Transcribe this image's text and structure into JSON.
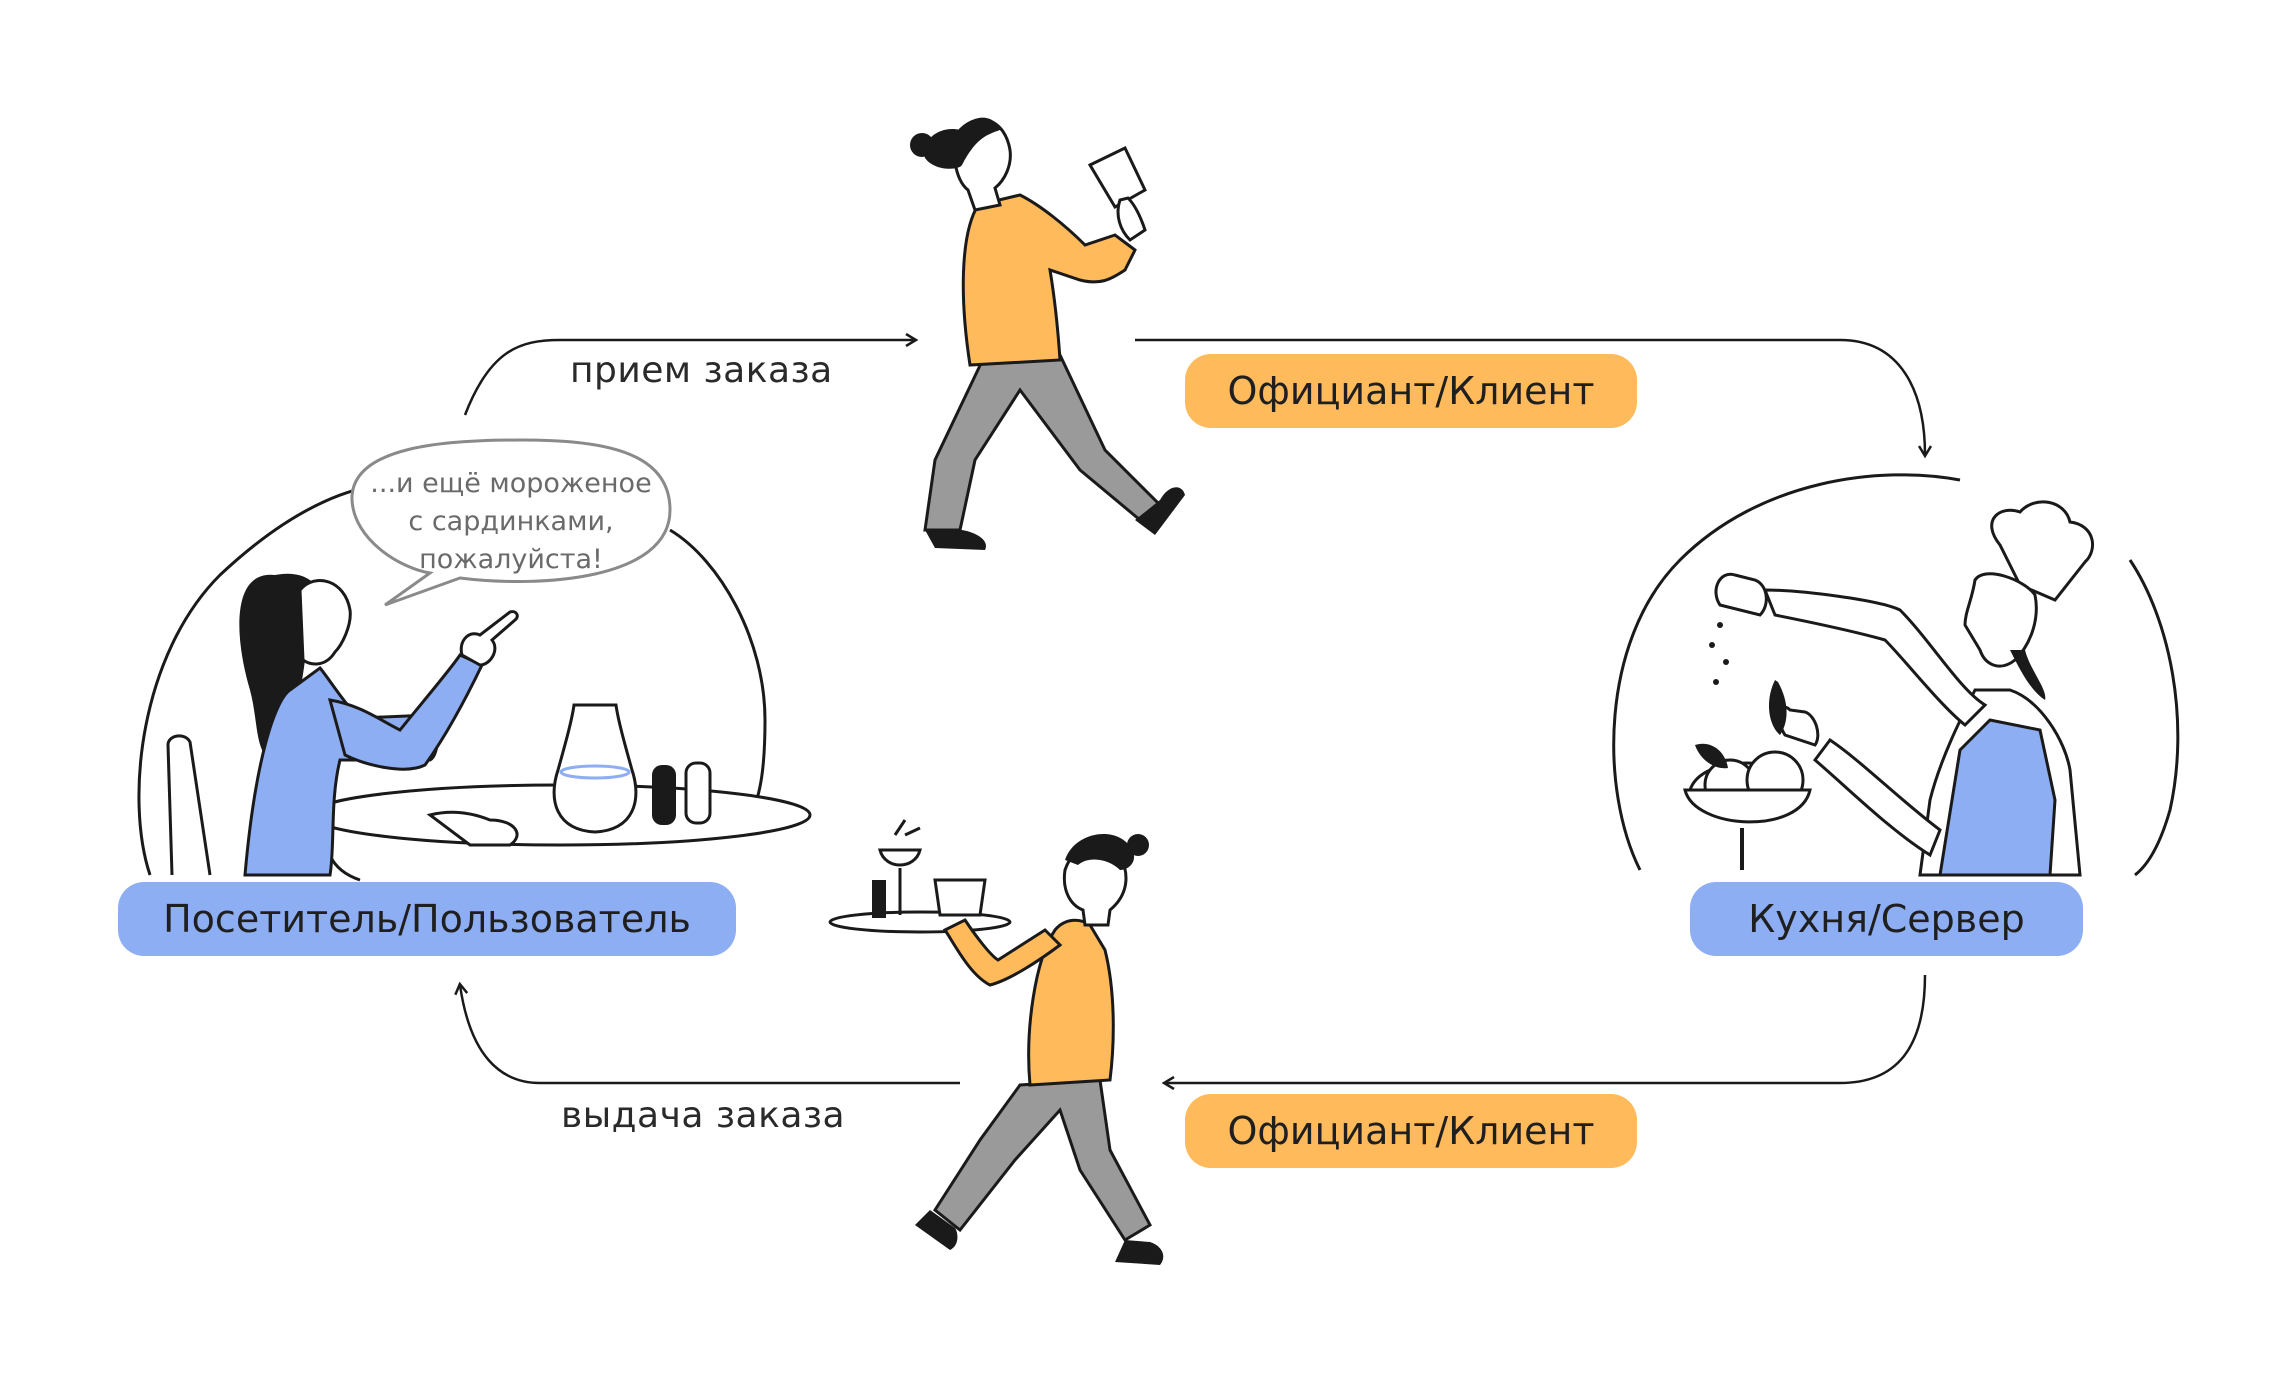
{
  "nodes": {
    "client": {
      "label": "Посетитель/Пользователь",
      "color": "#8EAEF3"
    },
    "server": {
      "label": "Кухня/Сервер",
      "color": "#8EAEF3"
    },
    "waiter_top": {
      "label": "Официант/Клиент",
      "color": "#FFBA5C"
    },
    "waiter_bottom": {
      "label": "Официант/Клиент",
      "color": "#FFBA5C"
    }
  },
  "edges": {
    "take_order": {
      "label": "прием заказа"
    },
    "deliver_order": {
      "label": "выдача заказа"
    }
  },
  "speech_bubble": {
    "line1": "...и ещё мороженое",
    "line2": "с сардинками,",
    "line3": "пожалуйста!"
  },
  "colors": {
    "waiter_shirt": "#FFBA5C",
    "client_shirt": "#8EAEF3",
    "trousers": "#9A9A9A",
    "outline": "#1a1a1a"
  },
  "icons": [
    "visitor-woman-illustration",
    "waiter-with-order-illustration",
    "chef-illustration",
    "waiter-with-tray-illustration",
    "carafe-icon",
    "ice-cream-bowl-icon"
  ]
}
